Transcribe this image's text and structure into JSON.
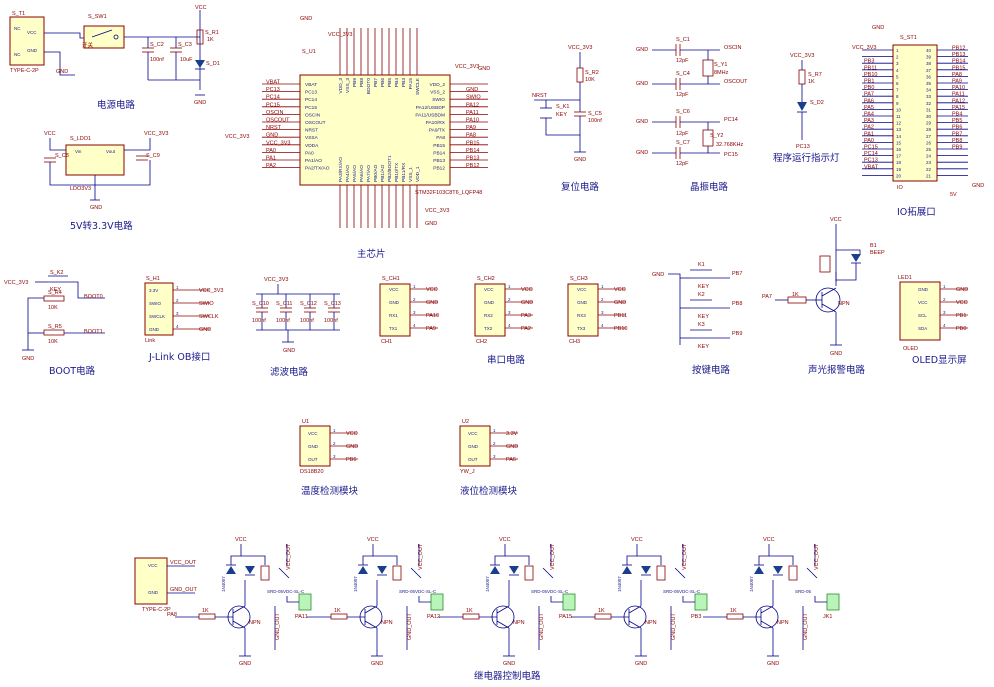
{
  "captions": {
    "power": "电源电路",
    "ldo": "5V转3.3V电路",
    "mcu": "主芯片",
    "reset": "复位电路",
    "crystal": "晶振电路",
    "run_led": "程序运行指示灯",
    "io": "IO拓展口",
    "boot": "BOOT电路",
    "jlink": "J-Link OB接口",
    "filter": "滤波电路",
    "uart": "串口电路",
    "keys": "按键电路",
    "alarm": "声光报警电路",
    "oled": "OLED显示屏",
    "temp": "温度检测模块",
    "level": "液位检测模块",
    "relay": "继电器控制电路"
  },
  "power": {
    "vcc": "VCC",
    "gnd": "GND",
    "conn": "TYPE-C-2P",
    "conn_ref": "S_T1",
    "sw_ref": "S_SW1",
    "sw_label": "开关",
    "c2": "S_C2",
    "c2_val": "100nf",
    "c3": "S_C3",
    "c3_val": "10uF",
    "r1": "S_R1",
    "r1_val": "1K",
    "d1": "S_D1",
    "conn_pins": [
      "NC",
      "VCC",
      "NC",
      "GND"
    ]
  },
  "ldo": {
    "ref": "S_LDO1",
    "part": "LDO3V3",
    "vin": "Vin",
    "vout": "Vout",
    "vcc": "VCC",
    "vcc33": "VCC_3V3",
    "c8": "S_C8",
    "c9": "S_C9",
    "gnd": "GND"
  },
  "mcu": {
    "ref": "S_U1",
    "part": "STM32F103C8T6_LQFP48",
    "vcc33": "VCC_3V3",
    "left_pins": [
      "VBAT",
      "PC13",
      "PC14",
      "PC15",
      "OSCIN",
      "OSCOUT",
      "NRST",
      "VSSA",
      "VDDA",
      "PA0",
      "PA1/AO",
      "PA2/TX/AO"
    ],
    "left_nets": [
      "VBAT",
      "PC13",
      "PC14",
      "PC15",
      "OSCIN",
      "OSCOUT",
      "NRST",
      "GND",
      "VCC_3V3",
      "PA0",
      "PA1",
      "PA2"
    ],
    "right_pins": [
      "VDD_2",
      "VSS_2",
      "SWIO",
      "PA12/USBDP",
      "PA11/USBDM",
      "PA10/RX",
      "PA9/TX",
      "PA8",
      "PB15",
      "PB14",
      "PB13",
      "PB12"
    ],
    "right_nets": [
      "",
      "GND",
      "SWIO",
      "PA12",
      "PA11",
      "PA10",
      "PA9",
      "PA8",
      "PB15",
      "PB14",
      "PB13",
      "PB12"
    ],
    "top_pins": [
      "VDD_3",
      "VSS_3",
      "PB9",
      "PB8",
      "BOOT0",
      "PB7",
      "PB6",
      "PB5",
      "PB4",
      "PB3",
      "PA15",
      "SWCLK"
    ],
    "bottom_pins": [
      "PA3/RX/AO",
      "PA4/AO",
      "PA5/AO",
      "PA6/AO",
      "PA7/AO",
      "PB0/AO",
      "PB1/AO",
      "PB2/BOOT1",
      "PB10/TX",
      "PB11/RX",
      "VSS_1",
      "VDD_1"
    ],
    "gnd": "GND",
    "vcc_bottom": "VCC_3V3"
  },
  "reset": {
    "vcc33": "VCC_3V3",
    "r2": "S_R2",
    "r2_val": "10K",
    "nrst": "NRST",
    "k1": "S_K1",
    "key": "KEY",
    "c5": "S_C5",
    "c5_val": "100nf",
    "gnd": "GND"
  },
  "crystal": {
    "c1": "S_C1",
    "c4": "S_C4",
    "c6": "S_C6",
    "c7": "S_C7",
    "cap_val": "12pF",
    "y1": "S_Y1",
    "y1_val": "8MHz",
    "y2": "S_Y2",
    "y2_val": "32.768KHz",
    "oscin": "OSCIN",
    "oscout": "OSCOUT",
    "pc14": "PC14",
    "pc15": "PC15",
    "gnd": "GND"
  },
  "run_led": {
    "vcc33": "VCC_3V3",
    "r7": "S_R7",
    "r7_val": "1K",
    "d2": "S_D2",
    "net": "PC13"
  },
  "io": {
    "ref": "S_ST1",
    "part": "IO",
    "gnd": "GND",
    "vcc33": "VCC_3V3",
    "v5": "5V",
    "left_nets": [
      "",
      "",
      "PB3",
      "PB11",
      "PB10",
      "PB1",
      "PB0",
      "PA7",
      "PA6",
      "PA5",
      "PA4",
      "PA3",
      "PA2",
      "PA1",
      "PA0",
      "PC15",
      "PC14",
      "PC13",
      "VBAT"
    ],
    "left_nums": [
      "1",
      "2",
      "3",
      "4",
      "5",
      "6",
      "7",
      "8",
      "9",
      "10",
      "11",
      "12",
      "13",
      "14",
      "15",
      "16",
      "17",
      "18",
      "19",
      "20"
    ],
    "right_nums": [
      "40",
      "39",
      "38",
      "37",
      "36",
      "35",
      "34",
      "33",
      "32",
      "31",
      "30",
      "29",
      "28",
      "27",
      "26",
      "25",
      "24",
      "23",
      "22",
      "21"
    ],
    "right_nets": [
      "PB12",
      "PB13",
      "PB14",
      "PB15",
      "PA8",
      "PA9",
      "PA10",
      "PA11",
      "PA12",
      "PA15",
      "PB4",
      "PB5",
      "PB6",
      "PB7",
      "PB8",
      "PB9",
      "",
      "",
      "",
      ""
    ]
  },
  "boot": {
    "vcc33": "VCC_3V3",
    "k2": "S_K2",
    "key": "KEY",
    "r4": "S_R4",
    "r4_val": "10K",
    "r5": "S_R5",
    "r5_val": "10K",
    "boot0": "BOOT0",
    "boot1": "BOOT1",
    "gnd": "GND"
  },
  "jlink": {
    "ref": "S_H1",
    "part": "Link",
    "pins": [
      "3.3V",
      "SWIO",
      "SWCLK",
      "GND"
    ],
    "nets": [
      "VCC_3V3",
      "SWIO",
      "SWCLK",
      "GND"
    ],
    "nums": [
      "1",
      "2",
      "3",
      "4"
    ]
  },
  "filter": {
    "vcc33": "VCC_3V3",
    "caps": [
      "S_C10",
      "S_C11",
      "S_C12",
      "S_C13"
    ],
    "vals": [
      "100nf",
      "100nf",
      "100nf",
      "100nf"
    ],
    "gnd": "GND"
  },
  "uart": {
    "modules": [
      {
        "ref": "S_CH1",
        "part": "CH1",
        "pins": [
          "VCC",
          "GND",
          "RX1",
          "TX1"
        ],
        "nets": [
          "VCC",
          "GND",
          "PA10",
          "PA9"
        ]
      },
      {
        "ref": "S_CH2",
        "part": "CH2",
        "pins": [
          "VCC",
          "GND",
          "RX2",
          "TX2"
        ],
        "nets": [
          "VCC",
          "GND",
          "PA3",
          "PA2"
        ]
      },
      {
        "ref": "S_CH3",
        "part": "CH3",
        "pins": [
          "VCC",
          "GND",
          "RX3",
          "TX3"
        ],
        "nets": [
          "VCC",
          "GND",
          "PB11",
          "PB10"
        ]
      }
    ],
    "nums": [
      "1",
      "2",
      "3",
      "4"
    ]
  },
  "keys": {
    "gnd": "GND",
    "refs": [
      "K1",
      "K2",
      "K3"
    ],
    "key": "KEY",
    "nets": [
      "PB7",
      "PB8",
      "PB9"
    ]
  },
  "alarm": {
    "vcc": "VCC",
    "b1": "B1",
    "beep": "BEEP",
    "net": "PA7",
    "r": "1K",
    "q": "NPN",
    "gnd": "GND"
  },
  "oled": {
    "ref": "LED1",
    "part": "OLED",
    "pins": [
      "GND",
      "VCC",
      "SCL",
      "SDA"
    ],
    "nets": [
      "GND",
      "VCC",
      "PB1",
      "PB0"
    ],
    "nums": [
      "1",
      "2",
      "3",
      "4"
    ]
  },
  "temp": {
    "ref": "U1",
    "part": "DS18B20",
    "pins": [
      "VCC",
      "GND",
      "OUT"
    ],
    "nets": [
      "VCC",
      "GND",
      "PB6"
    ],
    "nums": [
      "1",
      "2",
      "3"
    ]
  },
  "level": {
    "ref": "U2",
    "part": "YW_J",
    "pins": [
      "VCC",
      "GND",
      "OUT"
    ],
    "nets": [
      "3.3V",
      "GND",
      "PA6"
    ],
    "nums": [
      "1",
      "2",
      "3"
    ]
  },
  "relay_power": {
    "part": "TYPE-C-2P",
    "vcc_out": "VCC_OUT",
    "gnd_out": "GND_OUT",
    "pins": [
      "VCC",
      "GND"
    ]
  },
  "relays": {
    "vcc": "VCC",
    "gnd": "GND",
    "vcc_out": "VCC_OUT",
    "gnd_out": "GND_OUT",
    "relay_part": "SRD-05VDC-SL-C",
    "diode": "1N4007",
    "r": "1K",
    "q": "NPN",
    "channels": [
      {
        "net": "PA8",
        "out": "PA11"
      },
      {
        "net": "",
        "out": "PA12"
      },
      {
        "net": "",
        "out": "PA15"
      },
      {
        "net": "",
        "out": "PB3"
      },
      {
        "net": "",
        "out": "JK1",
        "part": "SRD-05"
      }
    ]
  }
}
